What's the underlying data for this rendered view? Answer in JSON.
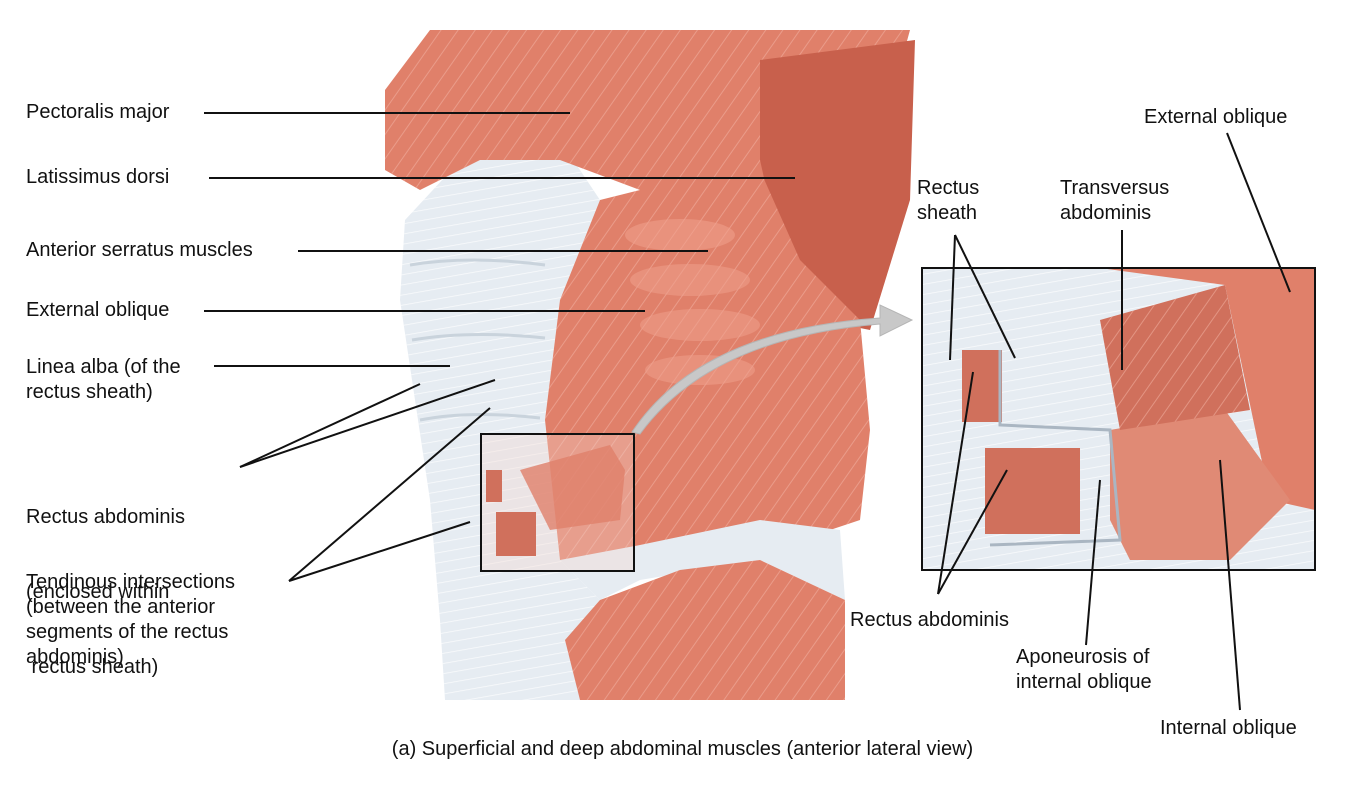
{
  "caption": "(a) Superficial and deep abdominal muscles (anterior lateral view)",
  "colors": {
    "muscle": "#e0806a",
    "muscle_dark": "#c8604c",
    "muscle_light": "#f0a08c",
    "tendon": "#e6ecf2",
    "tendon_shadow": "#c9d3dc",
    "leader_line": "#111111",
    "arrow": "#c8c8c8"
  },
  "left_labels": {
    "pectoralis_major": "Pectoralis major",
    "latissimus_dorsi": "Latissimus dorsi",
    "anterior_serratus": "Anterior serratus muscles",
    "external_oblique": "External oblique",
    "linea_alba": [
      "Linea alba (of the",
      "rectus sheath)"
    ],
    "rectus_abdominis": [
      "Rectus abdominis",
      "(enclosed within",
      " rectus sheath)"
    ],
    "tendinous_intersections": [
      "Tendinous intersections",
      "(between the anterior",
      "segments of the rectus",
      "abdominis)"
    ]
  },
  "right_labels": {
    "external_oblique": "External oblique",
    "rectus_sheath": [
      "Rectus",
      "sheath"
    ],
    "transversus_abdominis": [
      "Transversus",
      "abdominis"
    ],
    "rectus_abdominis": "Rectus abdominis",
    "aponeurosis": [
      "Aponeurosis of",
      "internal oblique"
    ],
    "internal_oblique": "Internal oblique"
  }
}
